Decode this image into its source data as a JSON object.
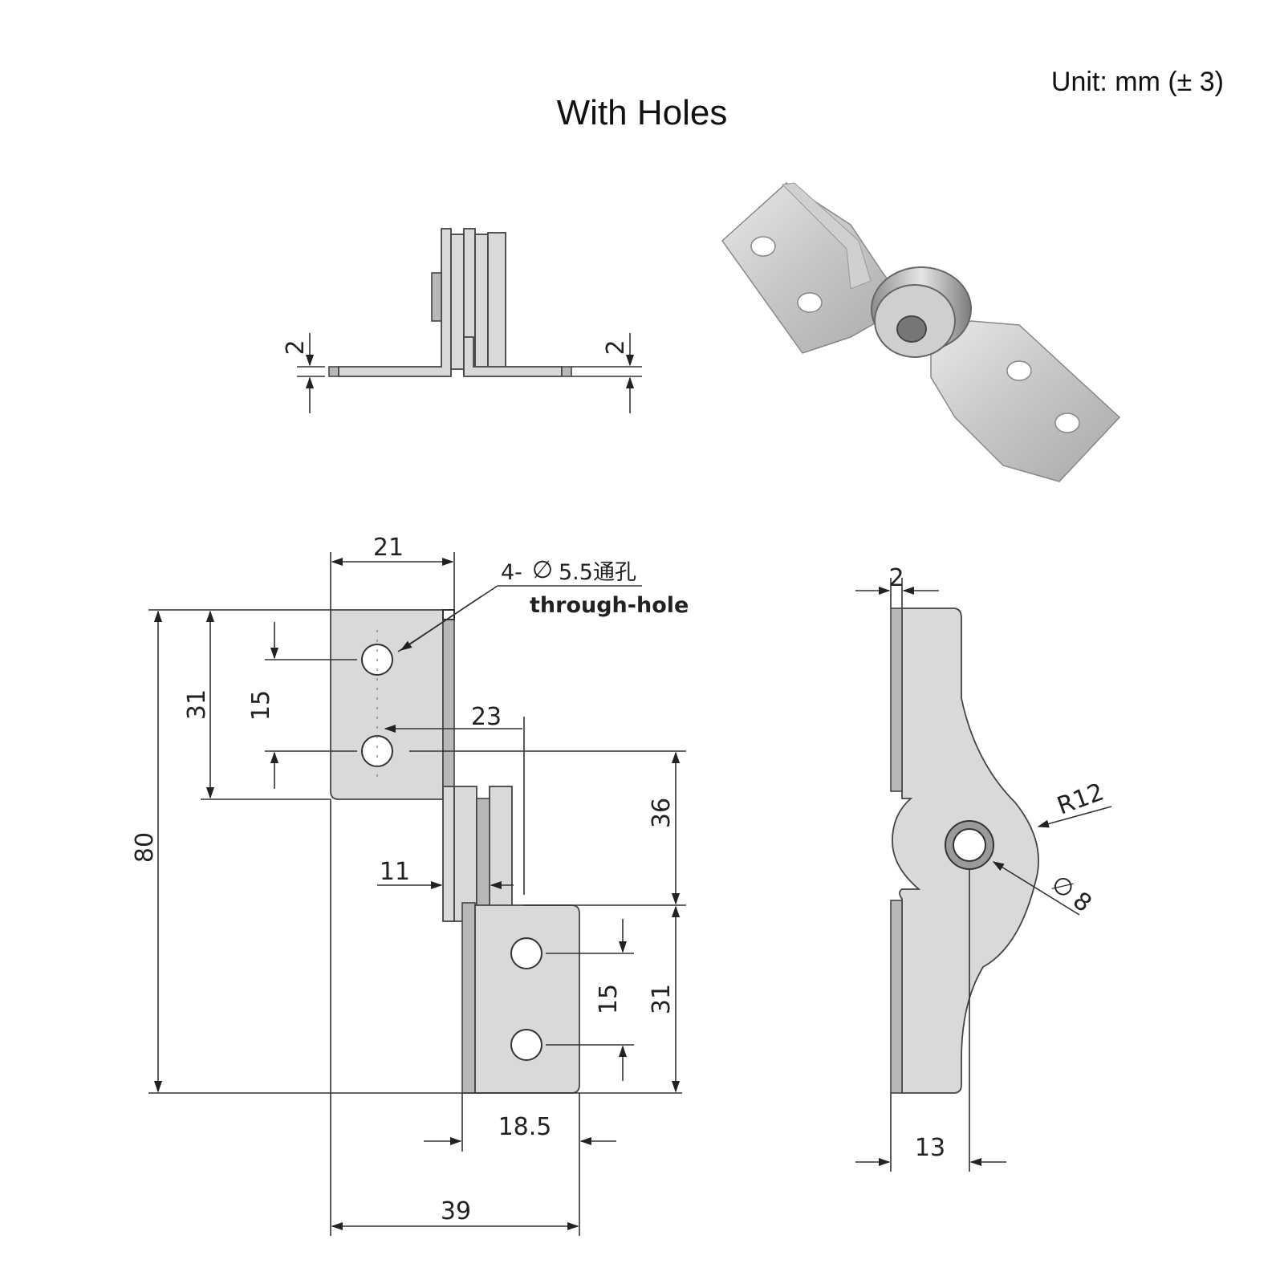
{
  "header": {
    "title": "With Holes",
    "unit": "Unit: mm (± 3)"
  },
  "top_view": {
    "thickness_left": "2",
    "thickness_right": "2"
  },
  "front_view": {
    "width_upper": "21",
    "hole_callout": "4-",
    "hole_spec": "5.5通孔",
    "hole_note": "through-hole",
    "upper_leaf_height": "31",
    "upper_hole_pitch": "15",
    "offset": "23",
    "overall_height": "80",
    "pivot_to_lower_leaf": "36",
    "knuckle": "11",
    "lower_hole_pitch": "15",
    "lower_leaf_height": "31",
    "lower_leaf_width": "18.5",
    "overall_width": "39"
  },
  "side_view": {
    "thickness": "2",
    "radius": "R12",
    "pin_diameter": "8",
    "depth": "13"
  }
}
